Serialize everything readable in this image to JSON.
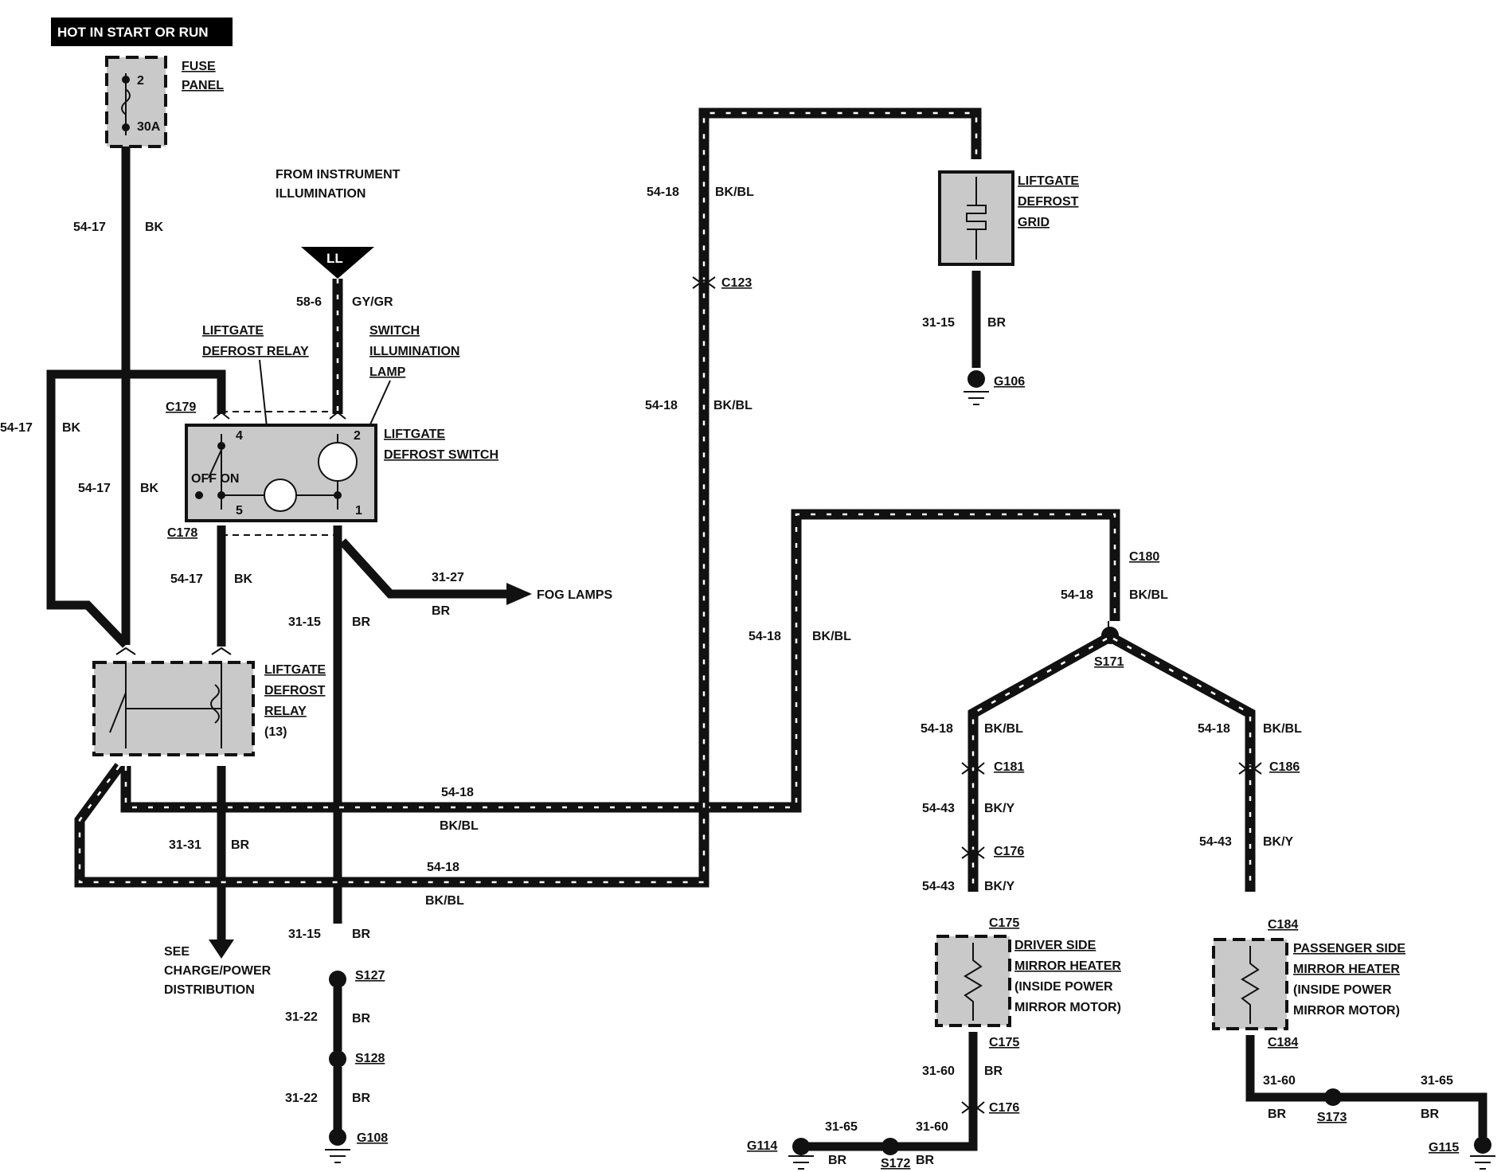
{
  "header": "HOT IN START OR RUN",
  "fuse": {
    "label1": "FUSE",
    "label2": "PANEL",
    "pin": "2",
    "rating": "30A"
  },
  "from_illum": {
    "line1": "FROM INSTRUMENT",
    "line2": "ILLUMINATION",
    "connector": "LL"
  },
  "switch": {
    "name1": "LIFTGATE",
    "name2": "DEFROST SWITCH",
    "off_on": "OFF ON",
    "pins": [
      "4",
      "2",
      "5",
      "1"
    ],
    "illum1": "SWITCH",
    "illum2": "ILLUMINATION",
    "illum3": "LAMP",
    "relay_callout1": "LIFTGATE",
    "relay_callout2": "DEFROST RELAY"
  },
  "relay": {
    "l1": "LIFTGATE",
    "l2": "DEFROST",
    "l3": "RELAY",
    "l4": "(13)"
  },
  "connectors": {
    "c179": "C179",
    "c178": "C178",
    "c123": "C123",
    "c180": "C180",
    "c181": "C181",
    "c186": "C186",
    "c176a": "C176",
    "c175a": "C175",
    "c175b": "C175",
    "c176b": "C176",
    "c184a": "C184",
    "c184b": "C184"
  },
  "splices": {
    "s127": "S127",
    "s128": "S128",
    "s171": "S171",
    "s172": "S172",
    "s173": "S173"
  },
  "grounds": {
    "g106": "G106",
    "g108": "G108",
    "g114": "G114",
    "g115": "G115"
  },
  "grid": {
    "l1": "LIFTGATE",
    "l2": "DEFROST",
    "l3": "GRID"
  },
  "driver_heater": {
    "l1": "DRIVER SIDE",
    "l2": "MIRROR HEATER",
    "l3": "(INSIDE POWER",
    "l4": "MIRROR MOTOR)"
  },
  "pass_heater": {
    "l1": "PASSENGER SIDE",
    "l2": "MIRROR HEATER",
    "l3": "(INSIDE  POWER",
    "l4": "MIRROR  MOTOR)"
  },
  "see": {
    "l1": "SEE",
    "l2": "CHARGE/POWER",
    "l3": "DISTRIBUTION"
  },
  "fog": "FOG LAMPS",
  "wires": {
    "w5417": "54-17",
    "bk": "BK",
    "w586": "58-6",
    "gygr": "GY/GR",
    "w5418": "54-18",
    "bkbl": "BK/BL",
    "bkbl2": "BK/BL",
    "w3115": "31-15",
    "br": "BR",
    "w3127": "31-27",
    "w3131": "31-31",
    "w3122": "31-22",
    "w5443": "54-43",
    "bky": "BK/Y",
    "w3160": "31-60",
    "w3165": "31-65"
  }
}
